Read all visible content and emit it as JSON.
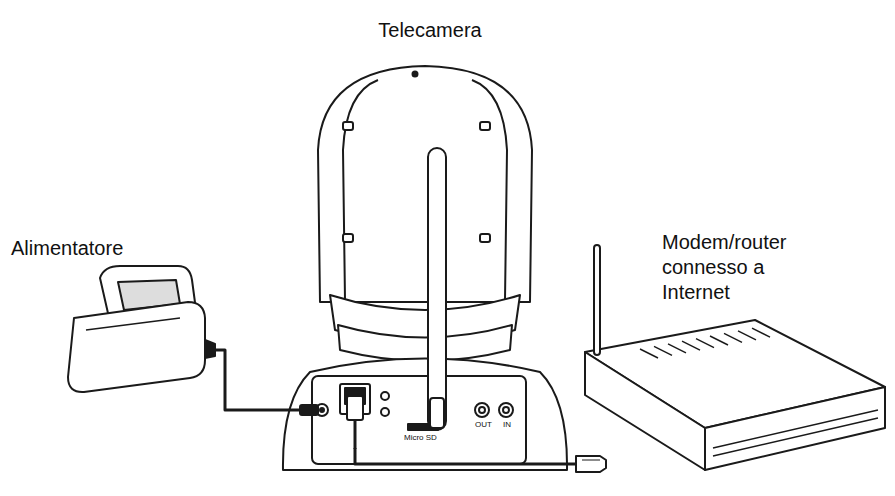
{
  "diagram": {
    "nodes": [
      {
        "text": [
          "Telecamera"
        ]
      },
      {
        "text": [
          "Alimentatore"
        ]
      },
      {
        "text": [
          "Modem/router connesso a Internet"
        ]
      }
    ],
    "edges": [
      {
        "from": 1,
        "to": 0,
        "arrow": "none"
      },
      {
        "from": 0,
        "to": 2,
        "arrow": "none"
      }
    ],
    "labels": [
      "Micro SD",
      "OUT",
      "IN"
    ]
  }
}
